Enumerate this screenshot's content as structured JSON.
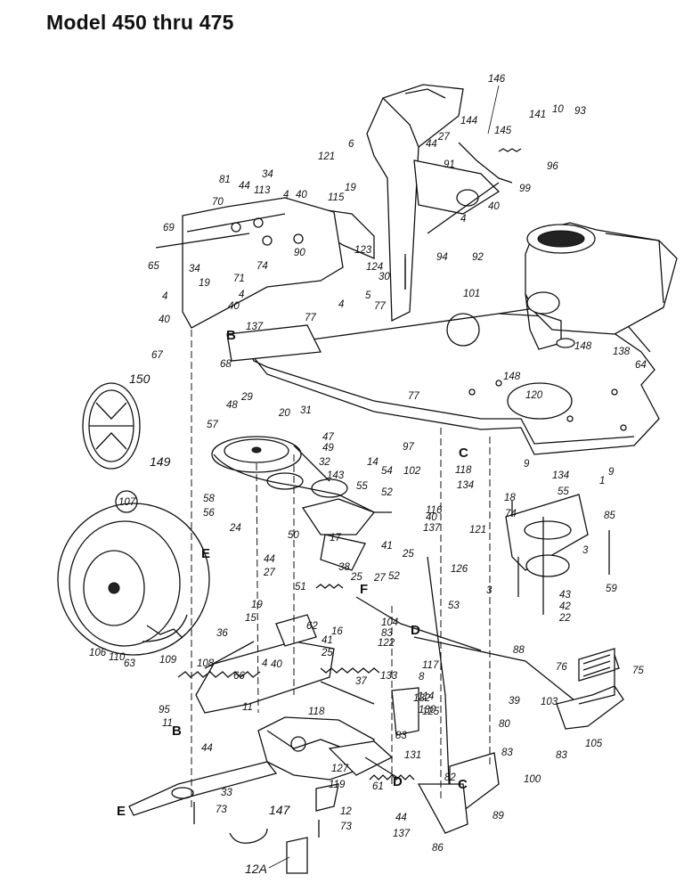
{
  "title": "Model 450 thru 475",
  "callouts": {
    "c146": "146",
    "c27": "27",
    "c144": "144",
    "c145": "145",
    "c141": "141",
    "c10": "10",
    "c93": "93",
    "c6": "6",
    "c44a": "44",
    "c91": "91",
    "c96": "96",
    "c99": "99",
    "c121a": "121",
    "c19a": "19",
    "c40a": "40",
    "c4a": "4",
    "c81": "81",
    "c34a": "34",
    "c70": "70",
    "c44b": "44",
    "c113": "113",
    "c4b": "4",
    "c40b": "40",
    "c115": "115",
    "c123": "123",
    "c94": "94",
    "c92": "92",
    "c69": "69",
    "c65": "65",
    "c34b": "34",
    "c71": "71",
    "c74a": "74",
    "c90": "90",
    "c30": "30",
    "c124": "124",
    "c19b": "19",
    "c5": "5",
    "c4c": "4",
    "c77a": "77",
    "c101": "101",
    "c4d": "4",
    "c40c": "40",
    "c4e": "4",
    "c40d": "40",
    "c137a": "137",
    "c77b": "77",
    "c138": "138",
    "c148a": "148",
    "c64": "64",
    "cB1": "B",
    "c67": "67",
    "c68": "68",
    "c150": "150",
    "c149": "149",
    "c148b": "148",
    "c120": "120",
    "c77c": "77",
    "c48": "48",
    "c29": "29",
    "c31": "31",
    "c20": "20",
    "c47": "47",
    "c57": "57",
    "c49": "49",
    "c97": "97",
    "cC1": "C",
    "c118a": "118",
    "c134a": "134",
    "c9a": "9",
    "c134b": "134",
    "c9b": "9",
    "c32": "32",
    "c143": "143",
    "c54": "54",
    "c14": "14",
    "c102": "102",
    "c58": "58",
    "c55a": "55",
    "c56": "56",
    "c52a": "52",
    "c116": "116",
    "c18": "18",
    "c55b": "55",
    "c1": "1",
    "c24": "24",
    "c50": "50",
    "c40e": "40",
    "c137b": "137",
    "c74b": "74",
    "c85": "85",
    "c107": "107",
    "c17": "17",
    "c41a": "41",
    "c25a": "25",
    "c121b": "121",
    "c3a": "3",
    "cE1": "E",
    "c44c": "44",
    "c38": "38",
    "c27b": "27",
    "c52b": "52",
    "c27c": "27",
    "c126": "126",
    "c25b": "25",
    "c3b": "3",
    "c59": "59",
    "c51": "51",
    "cF": "F",
    "c43": "43",
    "c42": "42",
    "c16": "16",
    "c19c": "19",
    "c15": "15",
    "c62": "62",
    "c104": "104",
    "c83a": "83",
    "c53": "53",
    "c22": "22",
    "c106": "106",
    "c110": "110",
    "c63": "63",
    "c109": "109",
    "c36": "36",
    "c41b": "41",
    "c122": "122",
    "cD1": "D",
    "c25c": "25",
    "c117": "117",
    "c108": "108",
    "c88": "88",
    "c76": "76",
    "c75": "75",
    "c66": "66",
    "c4f": "4",
    "c40f": "40",
    "c8": "8",
    "c37": "37",
    "c133": "133",
    "c114": "114",
    "c95": "95",
    "c11a": "11",
    "c11b": "11",
    "c118b": "118",
    "c132": "132",
    "c125": "125",
    "c130": "130",
    "c39": "39",
    "c103": "103",
    "cB2": "B",
    "c44d": "44",
    "c80": "80",
    "c83b": "83",
    "c105": "105",
    "c83c": "83",
    "c127": "127",
    "c131": "131",
    "c83d": "83",
    "c61": "61",
    "cD2": "D",
    "c119": "119",
    "c100": "100",
    "c33": "33",
    "c82": "82",
    "cC2": "C",
    "c89": "89",
    "cE2": "E",
    "c73a": "73",
    "c147": "147",
    "c12": "12",
    "c73b": "73",
    "c44e": "44",
    "c137c": "137",
    "c86": "86",
    "c12A": "12A"
  }
}
